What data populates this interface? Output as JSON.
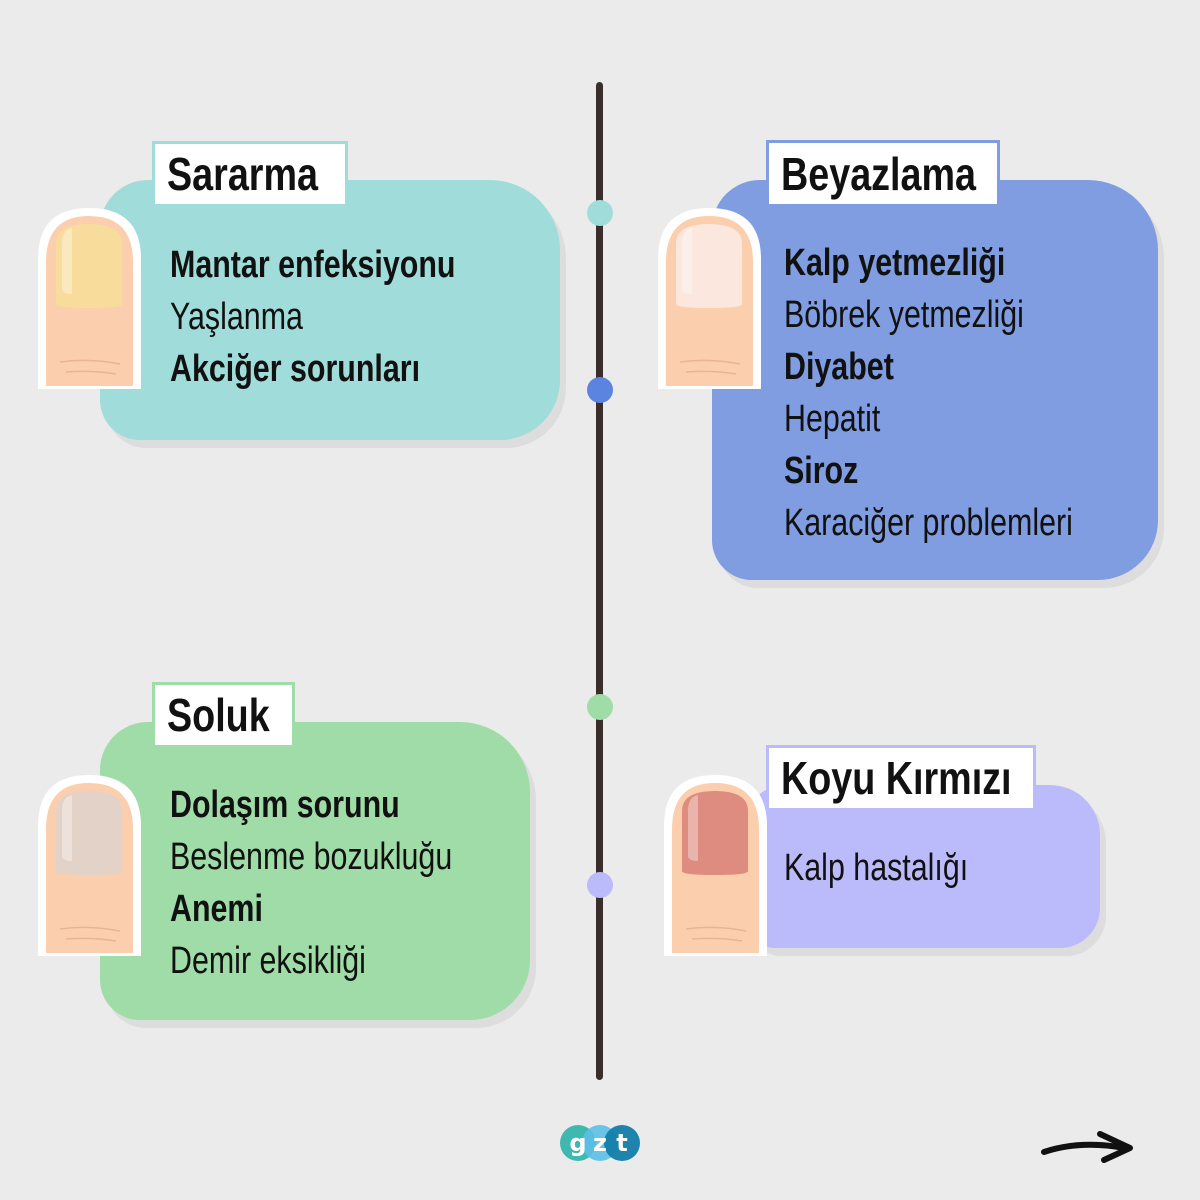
{
  "sections": [
    {
      "title": "Sararma",
      "color": "#a0dcd9",
      "dot": "#a0dcd9",
      "nail_color": "#f8dc9c",
      "items": [
        {
          "text": "Mantar enfeksiyonu",
          "bold": true
        },
        {
          "text": "Yaşlanma",
          "bold": false
        },
        {
          "text": "Akciğer sorunları",
          "bold": true
        }
      ]
    },
    {
      "title": "Beyazlama",
      "color": "#7f9de0",
      "dot": "#5b84e0",
      "nail_color": "#fbe7de",
      "items": [
        {
          "text": "Kalp yetmezliği",
          "bold": true
        },
        {
          "text": "Böbrek yetmezliği",
          "bold": false
        },
        {
          "text": "Diyabet",
          "bold": true
        },
        {
          "text": "Hepatit",
          "bold": false
        },
        {
          "text": "Siroz",
          "bold": true
        },
        {
          "text": "Karaciğer problemleri",
          "bold": false
        }
      ]
    },
    {
      "title": "Soluk",
      "color": "#9fdca8",
      "dot": "#9fdca8",
      "nail_color": "#e2d2c8",
      "items": [
        {
          "text": "Dolaşım sorunu",
          "bold": true
        },
        {
          "text": "Beslenme bozukluğu",
          "bold": false
        },
        {
          "text": "Anemi",
          "bold": true
        },
        {
          "text": "Demir eksikliği",
          "bold": false
        }
      ]
    },
    {
      "title": "Koyu Kırmızı",
      "color": "#bbbbfb",
      "dot": "#bbbbfb",
      "nail_color": "#de8c80",
      "items": [
        {
          "text": "Kalp hastalığı",
          "bold": false
        }
      ]
    }
  ],
  "logo": {
    "text": "gzt",
    "letters": [
      "g",
      "z",
      "t"
    ]
  },
  "next_icon": "arrow-right-icon"
}
